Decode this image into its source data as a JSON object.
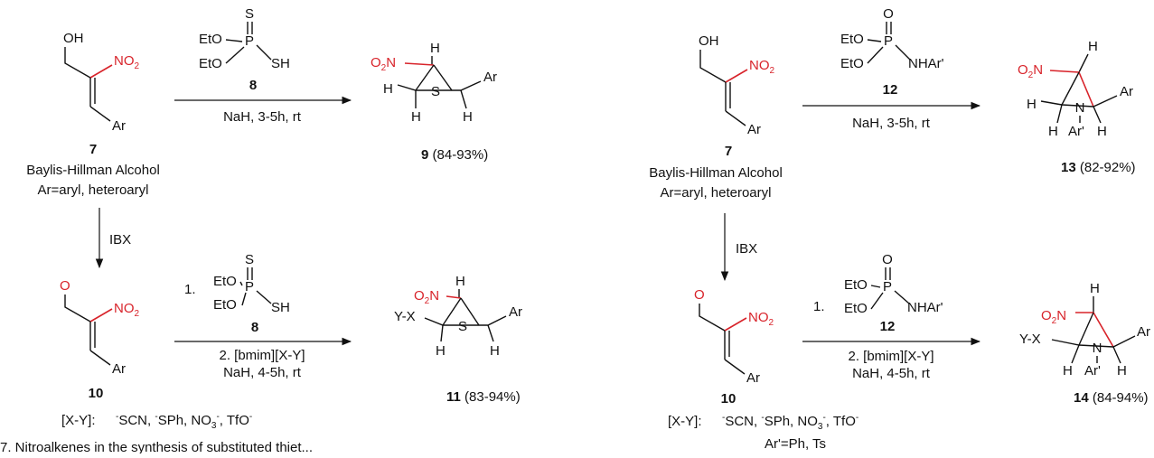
{
  "left": {
    "bh_alcohol": {
      "oh": "OH",
      "no2": "NO",
      "no2_sub": "2",
      "ar": "Ar",
      "number": "7",
      "name": "Baylis-Hillman Alcohol",
      "ar_def": "Ar=aryl, heteroaryl"
    },
    "reagent8": {
      "s_top": "S",
      "p": "P",
      "eto1": "EtO",
      "eto2": "EtO",
      "sh": "SH",
      "number": "8"
    },
    "conditions_top": "NaH, 3-5h, rt",
    "product9": {
      "o2n_o": "O",
      "o2n_sub": "2",
      "o2n_n": "N",
      "h1": "H",
      "h2": "H",
      "h3": "H",
      "h4": "H",
      "s": "S",
      "ar": "Ar",
      "number": "9",
      "yield": "(84-93%)"
    },
    "ibx": "IBX",
    "aldehyde10": {
      "o": "O",
      "no2": "NO",
      "no2_sub": "2",
      "ar": "Ar",
      "number": "10"
    },
    "step1": "1.",
    "step2": "2. [bmim][X-Y]",
    "conditions_bottom": "NaH, 4-5h, rt",
    "product11": {
      "o2n_o": "O",
      "o2n_sub": "2",
      "o2n_n": "N",
      "yx": "Y-X",
      "h1": "H",
      "h2": "H",
      "h3": "H",
      "s": "S",
      "ar": "Ar",
      "number": "11",
      "yield": "(83-94%)"
    },
    "xy_label": "[X-Y]:",
    "xy_list": "SCN, SPh, NO3, TfO",
    "caption": "7. Nitroalkenes in the synthesis of substituted thiet..."
  },
  "right": {
    "bh_alcohol": {
      "oh": "OH",
      "no2": "NO",
      "no2_sub": "2",
      "ar": "Ar",
      "number": "7",
      "name": "Baylis-Hillman Alcohol",
      "ar_def": "Ar=aryl, heteroaryl"
    },
    "reagent12": {
      "o_top": "O",
      "p": "P",
      "eto1": "EtO",
      "eto2": "EtO",
      "nhar": "NHAr'",
      "number": "12"
    },
    "conditions_top": "NaH, 3-5h, rt",
    "product13": {
      "o2n_o": "O",
      "o2n_sub": "2",
      "o2n_n": "N",
      "h1": "H",
      "h2": "H",
      "h3": "H",
      "h4": "H",
      "n": "N",
      "ar_n": "Ar'",
      "ar": "Ar",
      "number": "13",
      "yield": "(82-92%)"
    },
    "ibx": "IBX",
    "aldehyde10": {
      "o": "O",
      "no2": "NO",
      "no2_sub": "2",
      "ar": "Ar",
      "number": "10"
    },
    "step1": "1.",
    "step2": "2. [bmim][X-Y]",
    "conditions_bottom": "NaH, 4-5h, rt",
    "product14": {
      "o2n_o": "O",
      "o2n_sub": "2",
      "o2n_n": "N",
      "yx": "Y-X",
      "h1": "H",
      "h2": "H",
      "h3": "H",
      "n": "N",
      "ar_n": "Ar'",
      "ar": "Ar",
      "number": "14",
      "yield": "(84-94%)"
    },
    "xy_label": "[X-Y]:",
    "ar_def": "Ar'=Ph, Ts"
  }
}
